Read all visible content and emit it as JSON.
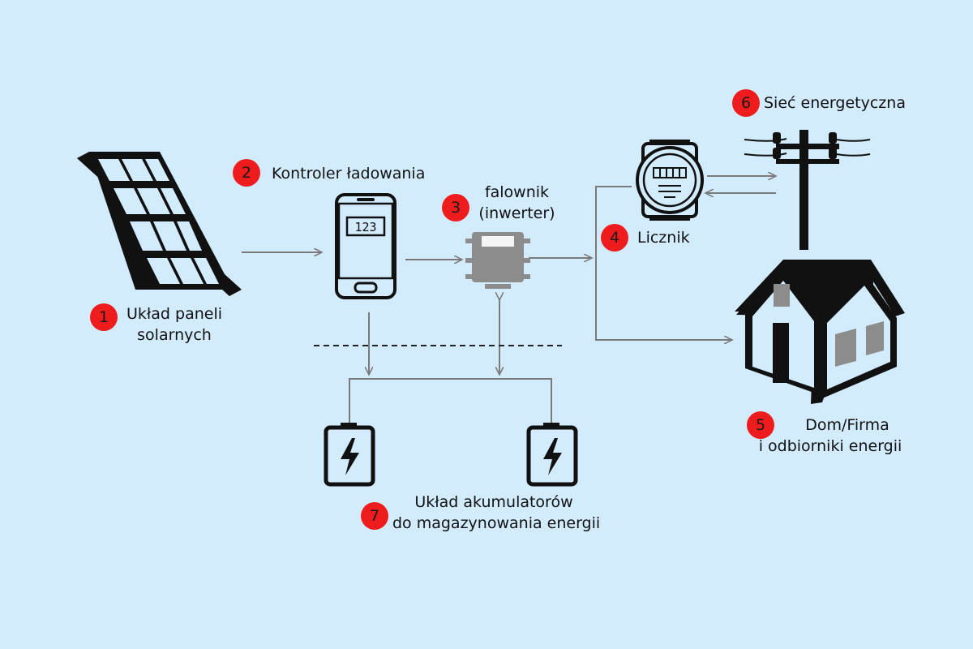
{
  "components": [
    {
      "number": "1",
      "label_line1": "Układ paneli",
      "label_line2": "solarnych"
    },
    {
      "number": "2",
      "label": "Kontroler ładowania",
      "display": "123"
    },
    {
      "number": "3",
      "label_line1": "falownik",
      "label_line2": "(inwerter)"
    },
    {
      "number": "4",
      "label": "Licznik"
    },
    {
      "number": "5",
      "label_line1": "Dom/Firma",
      "label_line2": "i odbiorniki energii"
    },
    {
      "number": "6",
      "label": "Sieć energetyczna"
    },
    {
      "number": "7",
      "label_line1": "Układ akumulatorów",
      "label_line2": "do magazynowania energii"
    }
  ],
  "colors": {
    "background": "#d2ecfd",
    "badge": "#ee1c1c",
    "connector": "#7a7a7a",
    "icon": "#111111",
    "inverter": "#8c8c8c"
  },
  "icons": [
    "solar-panel-icon",
    "charge-controller-icon",
    "inverter-icon",
    "meter-icon",
    "power-pole-icon",
    "house-icon",
    "battery-icon"
  ]
}
